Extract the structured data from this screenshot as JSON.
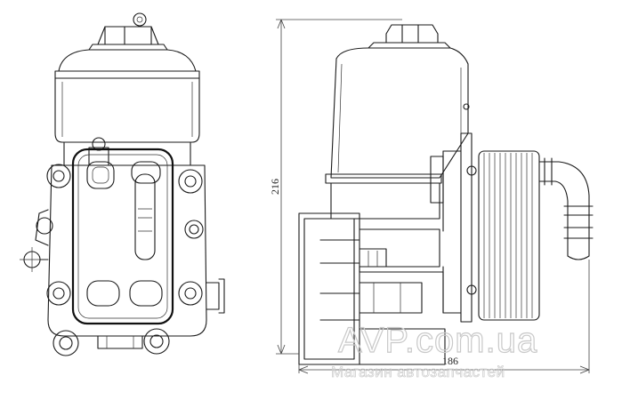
{
  "dimensions": {
    "height": "216",
    "width": "186"
  },
  "watermark": {
    "line1": "AVP.com.ua",
    "line2": "Магазин автозапчастей"
  }
}
